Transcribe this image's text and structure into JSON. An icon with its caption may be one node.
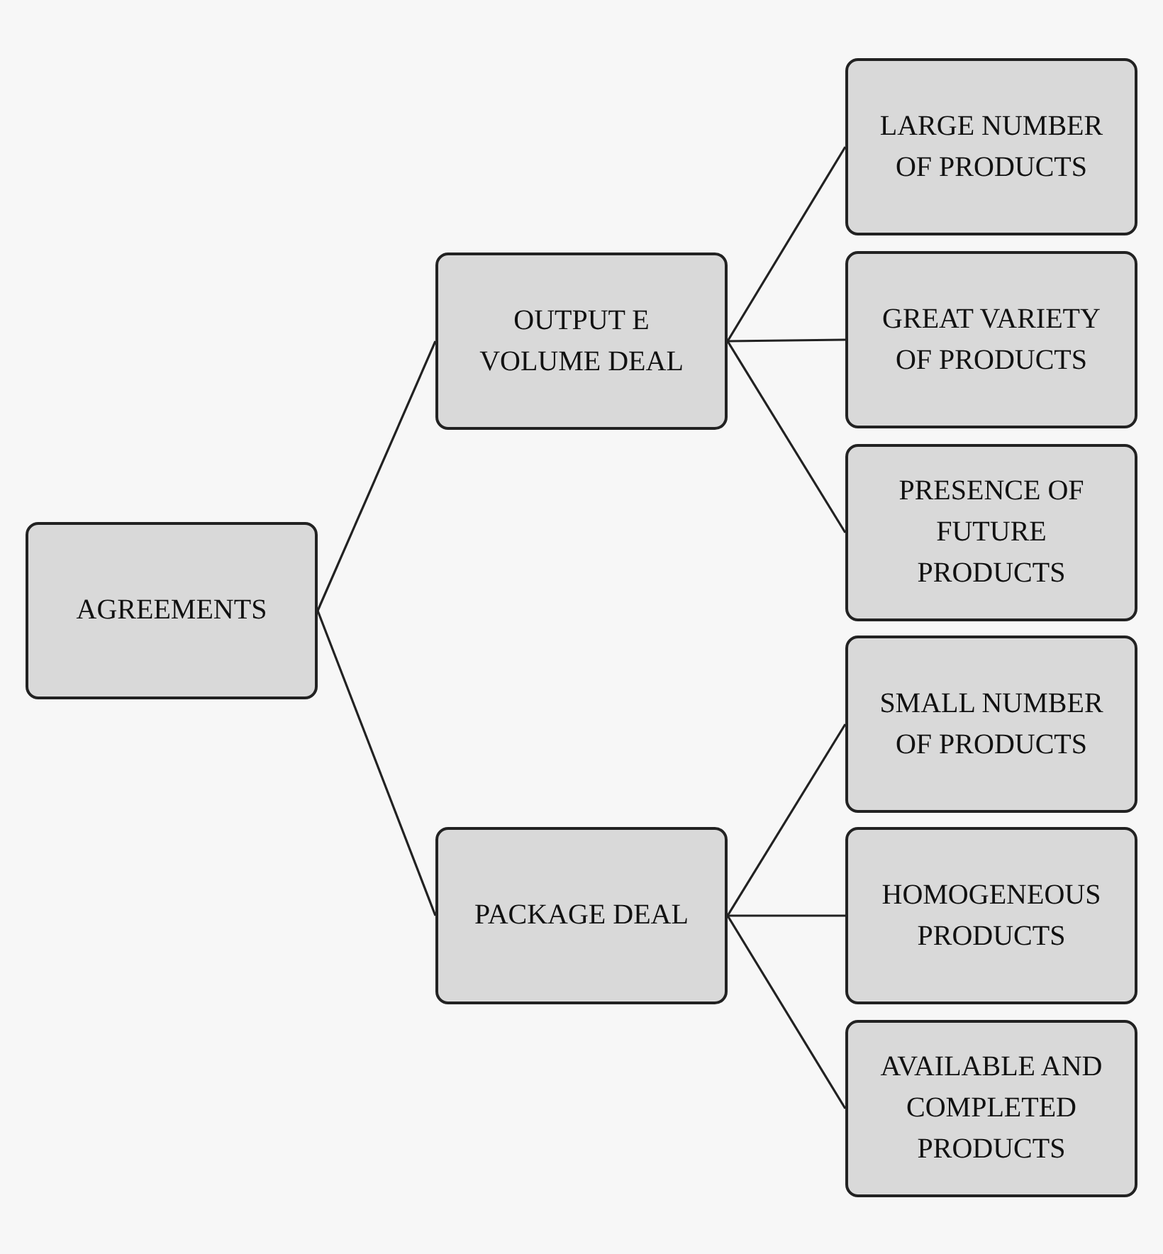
{
  "diagram": {
    "nodes": [
      {
        "text": [
          "AGREEMENTS"
        ]
      },
      {
        "text": [
          "OUTPUT E VOLUME DEAL"
        ]
      },
      {
        "text": [
          "PACKAGE DEAL"
        ]
      },
      {
        "text": [
          "LARGE NUMBER OF PRODUCTS"
        ]
      },
      {
        "text": [
          "GREAT VARIETY OF PRODUCTS"
        ]
      },
      {
        "text": [
          "PRESENCE OF FUTURE PRODUCTS"
        ]
      },
      {
        "text": [
          "SMALL NUMBER OF PRODUCTS"
        ]
      },
      {
        "text": [
          "HOMOGENEOUS PRODUCTS"
        ]
      },
      {
        "text": [
          "AVAILABLE AND COMPLETED PRODUCTS"
        ]
      }
    ],
    "edges": [
      {
        "from": 0,
        "to": 1,
        "arrow": "none"
      },
      {
        "from": 0,
        "to": 2,
        "arrow": "none"
      },
      {
        "from": 1,
        "to": 3,
        "arrow": "none"
      },
      {
        "from": 1,
        "to": 4,
        "arrow": "none"
      },
      {
        "from": 1,
        "to": 5,
        "arrow": "none"
      },
      {
        "from": 2,
        "to": 6,
        "arrow": "none"
      },
      {
        "from": 2,
        "to": 7,
        "arrow": "none"
      },
      {
        "from": 2,
        "to": 8,
        "arrow": "none"
      }
    ]
  }
}
